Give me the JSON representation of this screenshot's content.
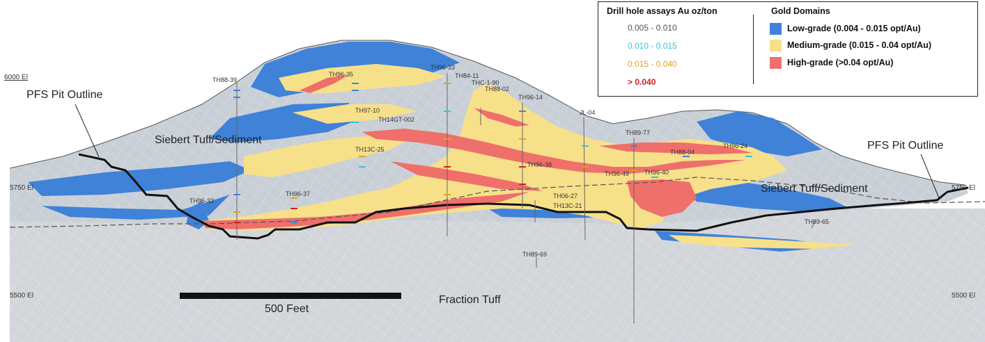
{
  "colors": {
    "low": "#3f82d8",
    "medium": "#f7e08a",
    "high": "#ef6f6b",
    "host_upper": "#c9cfd6",
    "host_lower": "#d2d6da",
    "outline": "#111111",
    "assay_low": "#555555",
    "assay_mid": "#35c6de",
    "assay_high": "#e8a21c",
    "assay_vhigh": "#cc2222"
  },
  "legend": {
    "assay_title": "Drill hole assays Au oz/ton",
    "assay_items": [
      {
        "label": "0.005 - 0.010",
        "color": "#555555"
      },
      {
        "label": "0.010 - 0.015",
        "color": "#2fc3dd"
      },
      {
        "label": "0.015 - 0.040",
        "color": "#e4a020"
      },
      {
        "label": "> 0.040",
        "color": "#cc2222"
      }
    ],
    "domain_title": "Gold Domains",
    "domain_items": [
      {
        "label": "Low-grade (0.004 - 0.015 opt/Au)",
        "color": "#3f82d8"
      },
      {
        "label": "Medium-grade (0.015 - 0.04 opt/Au)",
        "color": "#f7e08a"
      },
      {
        "label": "High-grade (>0.04 opt/Au)",
        "color": "#ef6f6b"
      }
    ]
  },
  "labels": {
    "pit_left": "PFS Pit Outline",
    "pit_right": "PFS Pit Outline",
    "siebert_left": "Siebert Tuff/Sediment",
    "siebert_right": "Siebert Tuff/Sediment",
    "fraction": "Fraction Tuff",
    "scale": "500 Feet"
  },
  "elevations": {
    "e6000": "6000 El",
    "e5750_left": "5750 El",
    "e5750_right": "5750 El",
    "e5500_left": "5500 El",
    "e5500_right": "5500 El"
  },
  "drill_holes": [
    "TH88-39",
    "TH96-35",
    "TH96-33",
    "TH84-11",
    "THC-1-90",
    "TH88-02",
    "TH97-10",
    "TH14GT-002",
    "TH96-14",
    "JL-04",
    "TH89-77",
    "TH13C-25",
    "TH88-04",
    "TH96-24",
    "TH96-38",
    "TH96-49",
    "TH96-40",
    "TH96-32",
    "TH96-37",
    "TH06-27",
    "TH13C-21",
    "TH89-65",
    "TH89-69"
  ]
}
